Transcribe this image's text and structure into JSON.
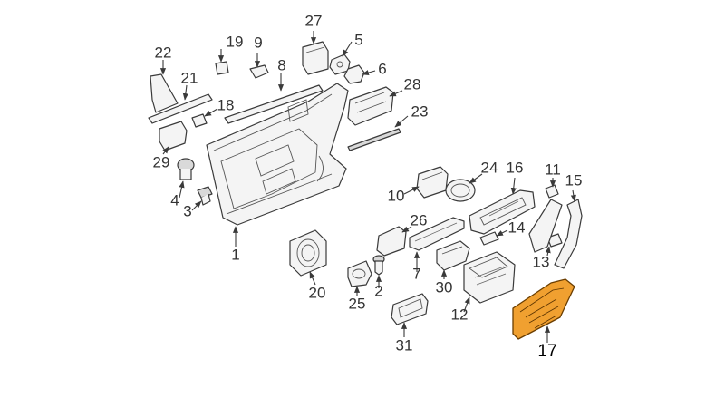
{
  "colors": {
    "line": "#3a3a3a",
    "label": "#333333",
    "highlight": "#f0a030",
    "background": "#ffffff"
  },
  "callouts": {
    "c1": "1",
    "c2": "2",
    "c3": "3",
    "c4": "4",
    "c5": "5",
    "c6": "6",
    "c7": "7",
    "c8": "8",
    "c9": "9",
    "c10": "10",
    "c11": "11",
    "c12": "12",
    "c13": "13",
    "c14": "14",
    "c15": "15",
    "c16": "16",
    "c17": "17",
    "c18": "18",
    "c19": "19",
    "c20": "20",
    "c21": "21",
    "c22": "22",
    "c23": "23",
    "c24": "24",
    "c25": "25",
    "c26": "26",
    "c27": "27",
    "c28": "28",
    "c29": "29",
    "c30": "30",
    "c31": "31"
  },
  "highlighted_part": "17"
}
